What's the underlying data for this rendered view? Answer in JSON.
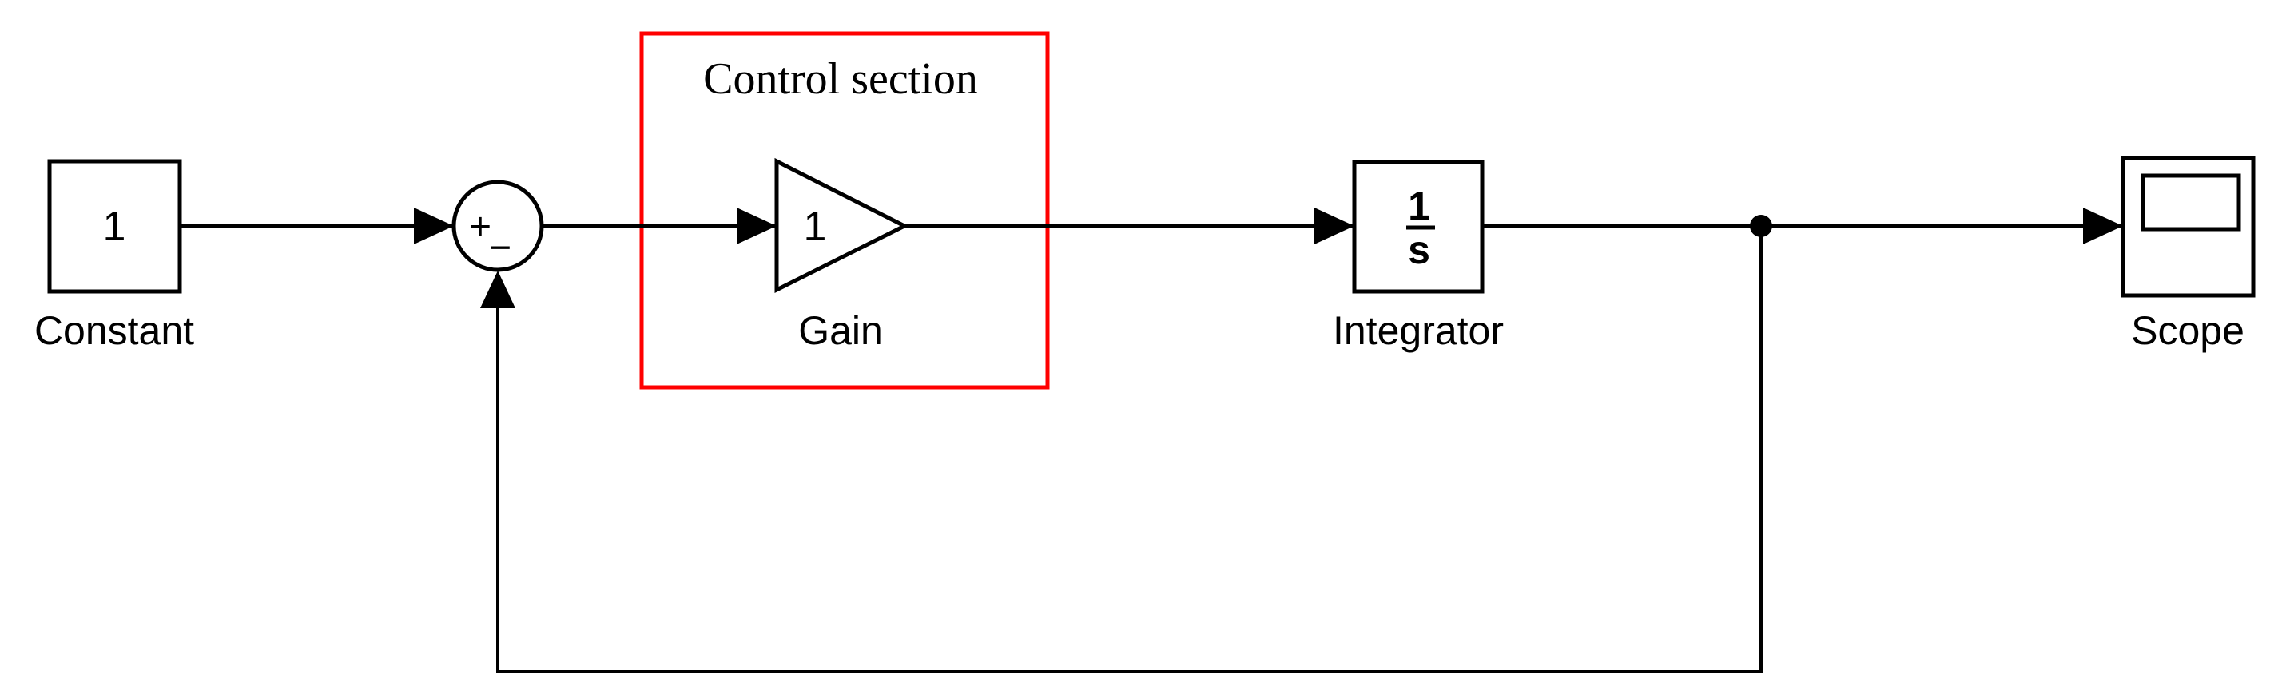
{
  "annotation": {
    "label": "Control section",
    "border_color": "#ff0000"
  },
  "blocks": {
    "constant": {
      "value": "1",
      "label": "Constant"
    },
    "sum": {
      "sign_plus": "+",
      "sign_minus": "−"
    },
    "gain": {
      "value": "1",
      "label": "Gain"
    },
    "integrator": {
      "numerator": "1",
      "denominator": "s",
      "label": "Integrator"
    },
    "scope": {
      "label": "Scope"
    }
  },
  "colors": {
    "wire": "#000000",
    "background": "#ffffff"
  }
}
